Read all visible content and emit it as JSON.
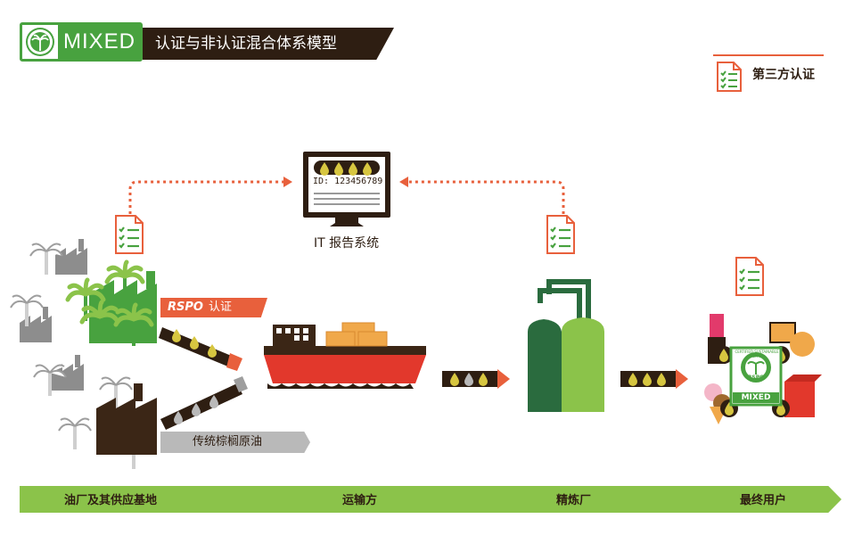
{
  "header": {
    "badge_label": "MIXED",
    "title": "认证与非认证混合体系模型"
  },
  "legend": {
    "label": "第三方认证",
    "icon": "checklist-document-icon"
  },
  "it_system": {
    "id_text": "ID: 123456789",
    "label": "IT 报告系统"
  },
  "tags": {
    "rspo_label_em": "RSPO",
    "rspo_label": "认证",
    "traditional_label": "传统棕榈原油"
  },
  "end_product_badge": {
    "ring_text": "CERTIFIED SUSTAINABLE PALM OIL",
    "brand": "RSPO",
    "label": "MIXED"
  },
  "stages": [
    {
      "label": "油厂及其供应基地"
    },
    {
      "label": "运输方"
    },
    {
      "label": "精炼厂"
    },
    {
      "label": "最终用户"
    }
  ],
  "colors": {
    "dark_brown": "#2e1e12",
    "brand_green": "#48a23f",
    "light_green": "#8bc34a",
    "accent_orange": "#e8603c",
    "oil_yellow": "#d7c640",
    "gray": "#b9b9b9"
  }
}
